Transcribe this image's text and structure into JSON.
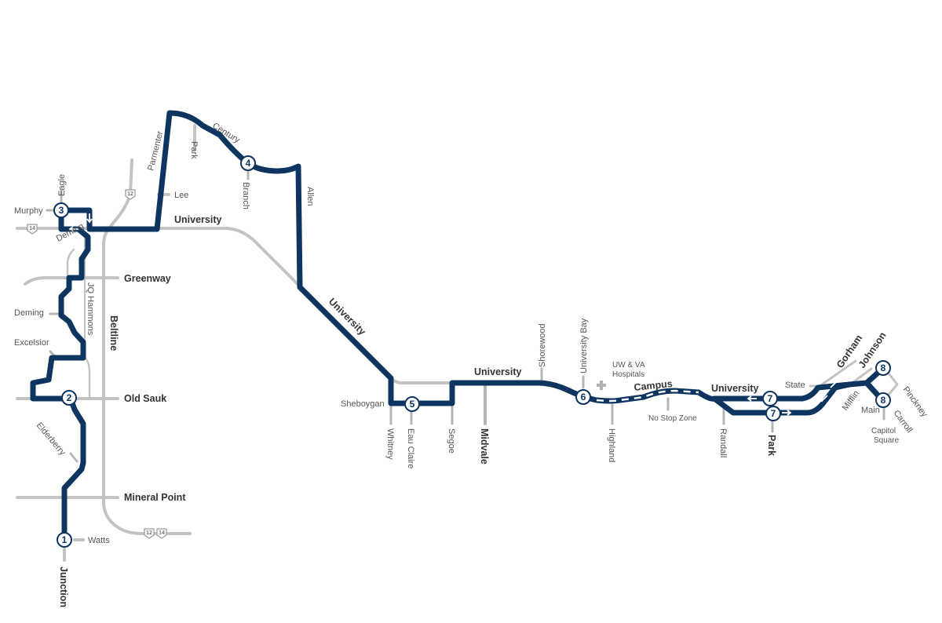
{
  "streets": {
    "university_west": "University",
    "greenway": "Greenway",
    "old_sauk": "Old Sauk",
    "mineral_point": "Mineral Point",
    "beltline": "Beltline",
    "lee": "Lee",
    "parmenter": "Parmenter",
    "park_north": "Park",
    "century": "Century",
    "branch": "Branch",
    "allen": "Allen",
    "university_diag": "University",
    "eagle": "Eagle",
    "murphy": "Murphy",
    "deming_north": "Deming",
    "jq_hammons": "JQ Hammons",
    "deming_west": "Deming",
    "excelsior": "Excelsior",
    "elderberry": "Elderberry",
    "watts": "Watts",
    "junction": "Junction",
    "sheboygan": "Sheboygan",
    "whitney": "Whitney",
    "eau_claire": "Eau Claire",
    "segoe": "Segoe",
    "midvale": "Midvale",
    "university_mid": "University",
    "shorewood": "Shorewood",
    "university_bay": "University Bay",
    "highland": "Highland",
    "campus": "Campus",
    "no_stop_zone": "No Stop Zone",
    "university_east": "University",
    "randall": "Randall",
    "park_south": "Park",
    "state": "State",
    "gorham": "Gorham",
    "johnson": "Johnson",
    "mifflin": "Mifflin",
    "main": "Main",
    "carroll": "Carroll",
    "pinckney": "Pinckney",
    "capitol_square_1": "Capitol",
    "capitol_square_2": "Square"
  },
  "hospital": {
    "line1": "UW & VA",
    "line2": "Hospitals"
  },
  "highways": {
    "us12_a": "12",
    "us14_a": "14",
    "us12_b": "12",
    "us14_b": "14"
  },
  "stops": [
    "1",
    "2",
    "3",
    "4",
    "5",
    "6",
    "7",
    "7",
    "8",
    "8"
  ],
  "colors": {
    "route": "#0e3460",
    "street": "#c3c3c3"
  }
}
